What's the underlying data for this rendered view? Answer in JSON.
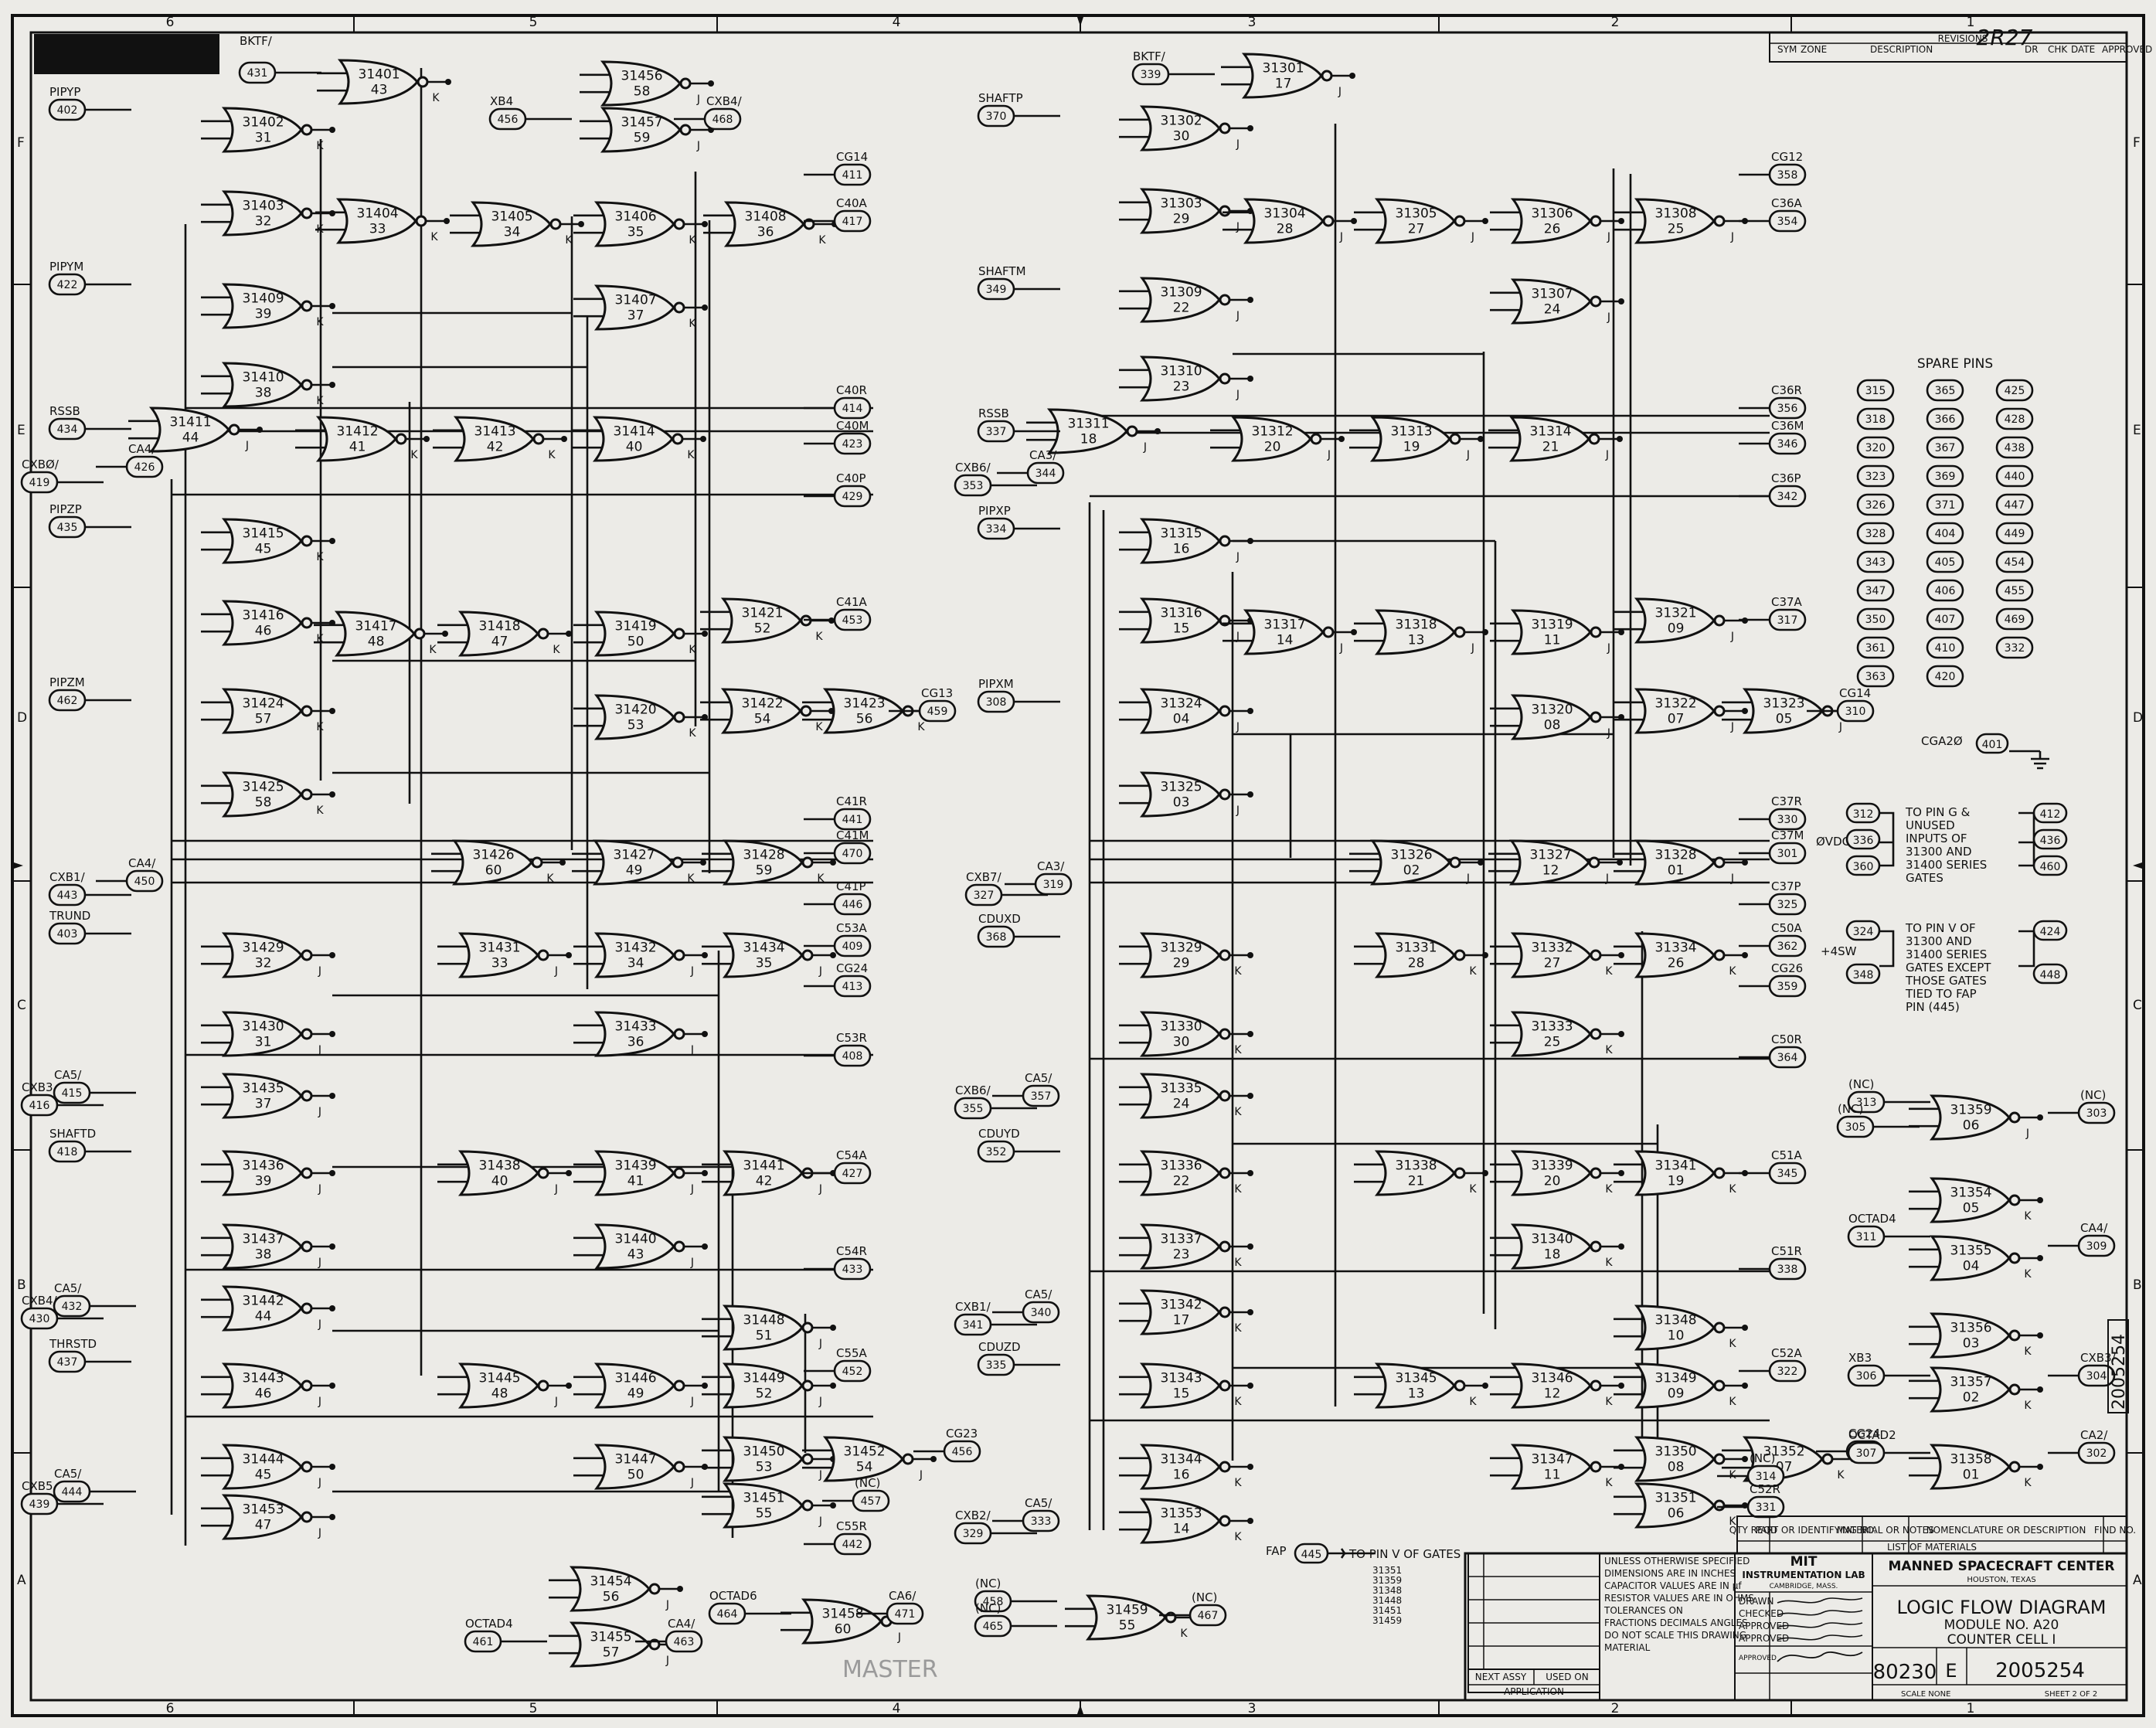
{
  "title_block": {
    "org": "MIT",
    "org_sub": "INSTRUMENTATION LAB",
    "org_city": "CAMBRIDGE, MASS.",
    "client": "MANNED SPACECRAFT CENTER",
    "client_city": "HOUSTON, TEXAS",
    "title1": "LOGIC FLOW DIAGRAM",
    "title2": "MODULE NO. A20",
    "title3": "COUNTER CELL I",
    "code_ident": "80230",
    "size": "E",
    "drawing_no": "2005254",
    "side_no": "2005254",
    "sheet": "SHEET 2 OF 2",
    "scale": "SCALE NONE",
    "qty_hdr": "QTY REQD",
    "part_hdr": "PART OR IDENTIFYING NO.",
    "mat_hdr": "MATERIAL OR NOTES",
    "nom_hdr": "NOMENCLATURE OR DESCRIPTION",
    "find_hdr": "FIND NO.",
    "list_hdr": "LIST OF MATERIALS",
    "notes": [
      "UNLESS OTHERWISE SPECIFIED",
      "DIMENSIONS ARE IN INCHES",
      "CAPACITOR VALUES ARE IN µf",
      "RESISTOR VALUES ARE IN OHMS",
      "TOLERANCES ON",
      "FRACTIONS   DECIMALS   ANGLES",
      "DO NOT SCALE THIS DRAWING",
      "MATERIAL"
    ],
    "next_assy": "NEXT ASSY",
    "used_on": "USED ON",
    "application": "APPLICATION",
    "roles": [
      "DRAWN",
      "CHECKED",
      "APPROVED",
      "APPROVED"
    ],
    "approved": "APPROVED",
    "revisions": "REVISIONS",
    "rev_cols": [
      "SYM",
      "ZONE",
      "DESCRIPTION",
      "DR",
      "CHK",
      "DATE",
      "APPROVED"
    ],
    "rev_hand": "2R27",
    "master": "MASTER"
  },
  "zones": {
    "cols": [
      "6",
      "5",
      "4",
      "3",
      "2",
      "1"
    ],
    "rows": [
      "F",
      "E",
      "D",
      "C",
      "B",
      "A"
    ]
  },
  "spare_pins": {
    "title": "SPARE PINS",
    "pins": [
      "315",
      "318",
      "320",
      "323",
      "326",
      "328",
      "343",
      "347",
      "350",
      "361",
      "363",
      "365",
      "366",
      "367",
      "369",
      "371",
      "404",
      "405",
      "406",
      "407",
      "410",
      "420",
      "425",
      "428",
      "438",
      "440",
      "447",
      "449",
      "454",
      "455",
      "469",
      "332"
    ]
  },
  "notes_block": {
    "unused": [
      "TO PIN G &",
      "UNUSED",
      "INPUTS OF",
      "31300 AND",
      "31400 SERIES",
      "GATES"
    ],
    "unused_left": [
      "312",
      "336",
      "360"
    ],
    "unused_right": [
      "412",
      "436",
      "460"
    ],
    "vdca": "ØVDCA",
    "pinv": [
      "TO PIN V OF",
      "31300 AND",
      "31400 SERIES",
      "GATES EXCEPT",
      "THOSE GATES",
      "TIED TO FAP",
      "PIN (445)"
    ],
    "pinv_left": [
      "324",
      "348"
    ],
    "pinv_right": [
      "424",
      "448"
    ],
    "p4sw": "+4SW",
    "cga20": "CGA2Ø",
    "cga20_pin": "401",
    "fap": "FAP",
    "fap_pin": "445",
    "fap_text": "TO PIN V OF GATES",
    "fap_gates": [
      "31351",
      "31359",
      "31348",
      "31448",
      "31451",
      "31459"
    ]
  },
  "gates": [
    {
      "id": "31401",
      "n": "43",
      "p": "K"
    },
    {
      "id": "31456",
      "n": "58",
      "p": "J"
    },
    {
      "id": "31457",
      "n": "59",
      "p": "J"
    },
    {
      "id": "31402",
      "n": "31",
      "p": "K"
    },
    {
      "id": "31403",
      "n": "32",
      "p": "K"
    },
    {
      "id": "31404",
      "n": "33",
      "p": "K"
    },
    {
      "id": "31405",
      "n": "34",
      "p": "K"
    },
    {
      "id": "31406",
      "n": "35",
      "p": "K"
    },
    {
      "id": "31407",
      "n": "37",
      "p": "K"
    },
    {
      "id": "31408",
      "n": "36",
      "p": "K"
    },
    {
      "id": "31409",
      "n": "39",
      "p": "K"
    },
    {
      "id": "31410",
      "n": "38",
      "p": "K"
    },
    {
      "id": "31411",
      "n": "44",
      "p": "J"
    },
    {
      "id": "31412",
      "n": "41",
      "p": "K"
    },
    {
      "id": "31413",
      "n": "42",
      "p": "K"
    },
    {
      "id": "31414",
      "n": "40",
      "p": "K"
    },
    {
      "id": "31415",
      "n": "45",
      "p": "K"
    },
    {
      "id": "31416",
      "n": "46",
      "p": "K"
    },
    {
      "id": "31417",
      "n": "48",
      "p": "K"
    },
    {
      "id": "31418",
      "n": "47",
      "p": "K"
    },
    {
      "id": "31419",
      "n": "50",
      "p": "K"
    },
    {
      "id": "31420",
      "n": "53",
      "p": "K"
    },
    {
      "id": "31421",
      "n": "52",
      "p": "K"
    },
    {
      "id": "31422",
      "n": "54",
      "p": "K"
    },
    {
      "id": "31423",
      "n": "56",
      "p": "K"
    },
    {
      "id": "31424",
      "n": "57",
      "p": "K"
    },
    {
      "id": "31425",
      "n": "58",
      "p": "K"
    },
    {
      "id": "31426",
      "n": "60",
      "p": "K"
    },
    {
      "id": "31427",
      "n": "49",
      "p": "K"
    },
    {
      "id": "31428",
      "n": "59",
      "p": "K"
    },
    {
      "id": "31429",
      "n": "32",
      "p": "J"
    },
    {
      "id": "31430",
      "n": "31",
      "p": "J"
    },
    {
      "id": "31431",
      "n": "33",
      "p": "J"
    },
    {
      "id": "31432",
      "n": "34",
      "p": "J"
    },
    {
      "id": "31433",
      "n": "36",
      "p": "J"
    },
    {
      "id": "31434",
      "n": "35",
      "p": "J"
    },
    {
      "id": "31435",
      "n": "37",
      "p": "J"
    },
    {
      "id": "31436",
      "n": "39",
      "p": "J"
    },
    {
      "id": "31437",
      "n": "38",
      "p": "J"
    },
    {
      "id": "31438",
      "n": "40",
      "p": "J"
    },
    {
      "id": "31439",
      "n": "41",
      "p": "J"
    },
    {
      "id": "31440",
      "n": "43",
      "p": "J"
    },
    {
      "id": "31441",
      "n": "42",
      "p": "J"
    },
    {
      "id": "31442",
      "n": "44",
      "p": "J"
    },
    {
      "id": "31443",
      "n": "46",
      "p": "J"
    },
    {
      "id": "31444",
      "n": "45",
      "p": "J"
    },
    {
      "id": "31445",
      "n": "48",
      "p": "J"
    },
    {
      "id": "31446",
      "n": "49",
      "p": "J"
    },
    {
      "id": "31447",
      "n": "50",
      "p": "J"
    },
    {
      "id": "31448",
      "n": "51",
      "p": "J"
    },
    {
      "id": "31449",
      "n": "52",
      "p": "J"
    },
    {
      "id": "31450",
      "n": "53",
      "p": "J"
    },
    {
      "id": "31451",
      "n": "55",
      "p": "J"
    },
    {
      "id": "31452",
      "n": "54",
      "p": "J"
    },
    {
      "id": "31453",
      "n": "47",
      "p": "J"
    },
    {
      "id": "31454",
      "n": "56",
      "p": "J"
    },
    {
      "id": "31455",
      "n": "57",
      "p": "J"
    },
    {
      "id": "31458",
      "n": "60",
      "p": "J"
    },
    {
      "id": "31301",
      "n": "17",
      "p": "J"
    },
    {
      "id": "31302",
      "n": "30",
      "p": "J"
    },
    {
      "id": "31303",
      "n": "29",
      "p": "J"
    },
    {
      "id": "31304",
      "n": "28",
      "p": "J"
    },
    {
      "id": "31305",
      "n": "27",
      "p": "J"
    },
    {
      "id": "31306",
      "n": "26",
      "p": "J"
    },
    {
      "id": "31307",
      "n": "24",
      "p": "J"
    },
    {
      "id": "31308",
      "n": "25",
      "p": "J"
    },
    {
      "id": "31309",
      "n": "22",
      "p": "J"
    },
    {
      "id": "31310",
      "n": "23",
      "p": "J"
    },
    {
      "id": "31311",
      "n": "18",
      "p": "J"
    },
    {
      "id": "31312",
      "n": "20",
      "p": "J"
    },
    {
      "id": "31313",
      "n": "19",
      "p": "J"
    },
    {
      "id": "31314",
      "n": "21",
      "p": "J"
    },
    {
      "id": "31315",
      "n": "16",
      "p": "J"
    },
    {
      "id": "31316",
      "n": "15",
      "p": "J"
    },
    {
      "id": "31317",
      "n": "14",
      "p": "J"
    },
    {
      "id": "31318",
      "n": "13",
      "p": "J"
    },
    {
      "id": "31319",
      "n": "11",
      "p": "J"
    },
    {
      "id": "31320",
      "n": "08",
      "p": "J"
    },
    {
      "id": "31321",
      "n": "09",
      "p": "J"
    },
    {
      "id": "31322",
      "n": "07",
      "p": "J"
    },
    {
      "id": "31323",
      "n": "05",
      "p": "J"
    },
    {
      "id": "31324",
      "n": "04",
      "p": "J"
    },
    {
      "id": "31325",
      "n": "03",
      "p": "J"
    },
    {
      "id": "31326",
      "n": "02",
      "p": "J"
    },
    {
      "id": "31327",
      "n": "12",
      "p": "J"
    },
    {
      "id": "31328",
      "n": "01",
      "p": "J"
    },
    {
      "id": "31329",
      "n": "29",
      "p": "K"
    },
    {
      "id": "31330",
      "n": "30",
      "p": "K"
    },
    {
      "id": "31331",
      "n": "28",
      "p": "K"
    },
    {
      "id": "31332",
      "n": "27",
      "p": "K"
    },
    {
      "id": "31333",
      "n": "25",
      "p": "K"
    },
    {
      "id": "31334",
      "n": "26",
      "p": "K"
    },
    {
      "id": "31335",
      "n": "24",
      "p": "K"
    },
    {
      "id": "31336",
      "n": "22",
      "p": "K"
    },
    {
      "id": "31337",
      "n": "23",
      "p": "K"
    },
    {
      "id": "31338",
      "n": "21",
      "p": "K"
    },
    {
      "id": "31339",
      "n": "20",
      "p": "K"
    },
    {
      "id": "31340",
      "n": "18",
      "p": "K"
    },
    {
      "id": "31341",
      "n": "19",
      "p": "K"
    },
    {
      "id": "31342",
      "n": "17",
      "p": "K"
    },
    {
      "id": "31343",
      "n": "15",
      "p": "K"
    },
    {
      "id": "31344",
      "n": "16",
      "p": "K"
    },
    {
      "id": "31345",
      "n": "13",
      "p": "K"
    },
    {
      "id": "31346",
      "n": "12",
      "p": "K"
    },
    {
      "id": "31347",
      "n": "11",
      "p": "K"
    },
    {
      "id": "31348",
      "n": "10",
      "p": "K"
    },
    {
      "id": "31349",
      "n": "09",
      "p": "K"
    },
    {
      "id": "31350",
      "n": "08",
      "p": "K"
    },
    {
      "id": "31351",
      "n": "06",
      "p": "K"
    },
    {
      "id": "31352",
      "n": "07",
      "p": "K"
    },
    {
      "id": "31353",
      "n": "14",
      "p": "K"
    },
    {
      "id": "31354",
      "n": "05",
      "p": "K"
    },
    {
      "id": "31355",
      "n": "04",
      "p": "K"
    },
    {
      "id": "31356",
      "n": "03",
      "p": "K"
    },
    {
      "id": "31357",
      "n": "02",
      "p": "K"
    },
    {
      "id": "31358",
      "n": "01",
      "p": "K"
    },
    {
      "id": "31359",
      "n": "06",
      "p": "J"
    },
    {
      "id": "31459",
      "n": "55",
      "p": "K"
    }
  ],
  "pins": [
    {
      "lbl": "",
      "sig": "431"
    },
    {
      "lbl": "BKTF/",
      "sig": ""
    },
    {
      "lbl": "PIPYP",
      "sig": "402"
    },
    {
      "lbl": "PIPYM",
      "sig": "422"
    },
    {
      "lbl": "RSSB",
      "sig": "434"
    },
    {
      "lbl": "CA4/",
      "sig": "426"
    },
    {
      "lbl": "CXBØ/",
      "sig": "419"
    },
    {
      "lbl": "PIPZP",
      "sig": "435"
    },
    {
      "lbl": "PIPZM",
      "sig": "462"
    },
    {
      "lbl": "CA4/",
      "sig": "450"
    },
    {
      "lbl": "CXB1/",
      "sig": "443"
    },
    {
      "lbl": "TRUND",
      "sig": "403"
    },
    {
      "lbl": "CA5/",
      "sig": "415"
    },
    {
      "lbl": "CXB3",
      "sig": "416"
    },
    {
      "lbl": "SHAFTD",
      "sig": "418"
    },
    {
      "lbl": "CA5/",
      "sig": "432"
    },
    {
      "lbl": "CXB4/",
      "sig": "430"
    },
    {
      "lbl": "THRSTD",
      "sig": "437"
    },
    {
      "lbl": "CA5/",
      "sig": "444"
    },
    {
      "lbl": "CXB5",
      "sig": "439"
    },
    {
      "lbl": "XB4",
      "sig": "456"
    },
    {
      "lbl": "CXB4/",
      "sig": "468"
    },
    {
      "lbl": "OCTAD4",
      "sig": "461"
    },
    {
      "lbl": "CA4/",
      "sig": "463"
    },
    {
      "lbl": "OCTAD6",
      "sig": "464"
    },
    {
      "lbl": "CA6/",
      "sig": "471"
    },
    {
      "lbl": "CG14",
      "sig": "411"
    },
    {
      "lbl": "C40A",
      "sig": "417"
    },
    {
      "lbl": "C40R",
      "sig": "414"
    },
    {
      "lbl": "C40M",
      "sig": "423"
    },
    {
      "lbl": "C40P",
      "sig": "429"
    },
    {
      "lbl": "C41A",
      "sig": "453"
    },
    {
      "lbl": "CG13",
      "sig": "459"
    },
    {
      "lbl": "C41R",
      "sig": "441"
    },
    {
      "lbl": "C41M",
      "sig": "470"
    },
    {
      "lbl": "C41P",
      "sig": "446"
    },
    {
      "lbl": "C53A",
      "sig": "409"
    },
    {
      "lbl": "CG24",
      "sig": "413"
    },
    {
      "lbl": "C53R",
      "sig": "408"
    },
    {
      "lbl": "C54A",
      "sig": "427"
    },
    {
      "lbl": "C54R",
      "sig": "433"
    },
    {
      "lbl": "C55A",
      "sig": "452"
    },
    {
      "lbl": "CG23",
      "sig": "456"
    },
    {
      "lbl": "(NC)",
      "sig": "457"
    },
    {
      "lbl": "C55R",
      "sig": "442"
    },
    {
      "lbl": "BKTF/",
      "sig": "339"
    },
    {
      "lbl": "SHAFTP",
      "sig": "370"
    },
    {
      "lbl": "SHAFTM",
      "sig": "349"
    },
    {
      "lbl": "RSSB",
      "sig": "337"
    },
    {
      "lbl": "CA3/",
      "sig": "344"
    },
    {
      "lbl": "CXB6/",
      "sig": "353"
    },
    {
      "lbl": "PIPXP",
      "sig": "334"
    },
    {
      "lbl": "PIPXM",
      "sig": "308"
    },
    {
      "lbl": "CA3/",
      "sig": "319"
    },
    {
      "lbl": "CXB7/",
      "sig": "327"
    },
    {
      "lbl": "CDUXD",
      "sig": "368"
    },
    {
      "lbl": "CA5/",
      "sig": "357"
    },
    {
      "lbl": "CXB6/",
      "sig": "355"
    },
    {
      "lbl": "CDUYD",
      "sig": "352"
    },
    {
      "lbl": "CA5/",
      "sig": "340"
    },
    {
      "lbl": "CXB1/",
      "sig": "341"
    },
    {
      "lbl": "CDUZD",
      "sig": "335"
    },
    {
      "lbl": "CA5/",
      "sig": "333"
    },
    {
      "lbl": "CXB2/",
      "sig": "329"
    },
    {
      "lbl": "(NC)",
      "sig": "458"
    },
    {
      "lbl": "(NC)",
      "sig": "465"
    },
    {
      "lbl": "(NC)",
      "sig": "467"
    },
    {
      "lbl": "CG12",
      "sig": "358"
    },
    {
      "lbl": "C36A",
      "sig": "354"
    },
    {
      "lbl": "C36R",
      "sig": "356"
    },
    {
      "lbl": "C36M",
      "sig": "346"
    },
    {
      "lbl": "C36P",
      "sig": "342"
    },
    {
      "lbl": "C37A",
      "sig": "317"
    },
    {
      "lbl": "CG14",
      "sig": "310"
    },
    {
      "lbl": "C37R",
      "sig": "330"
    },
    {
      "lbl": "C37M",
      "sig": "301"
    },
    {
      "lbl": "C37P",
      "sig": "325"
    },
    {
      "lbl": "C50A",
      "sig": "362"
    },
    {
      "lbl": "CG26",
      "sig": "359"
    },
    {
      "lbl": "C50R",
      "sig": "364"
    },
    {
      "lbl": "C51A",
      "sig": "345"
    },
    {
      "lbl": "C51R",
      "sig": "338"
    },
    {
      "lbl": "C52A",
      "sig": "322"
    },
    {
      "lbl": "CG24",
      "sig": "316"
    },
    {
      "lbl": "(NC)",
      "sig": "314"
    },
    {
      "lbl": "C52R",
      "sig": "331"
    },
    {
      "lbl": "(NC)",
      "sig": "313"
    },
    {
      "lbl": "(NC)",
      "sig": "305"
    },
    {
      "lbl": "(NC)",
      "sig": "303"
    },
    {
      "lbl": "OCTAD4",
      "sig": "311"
    },
    {
      "lbl": "CA4/",
      "sig": "309"
    },
    {
      "lbl": "XB3",
      "sig": "306"
    },
    {
      "lbl": "CXB3/",
      "sig": "304"
    },
    {
      "lbl": "OCTAD2",
      "sig": "307"
    },
    {
      "lbl": "CA2/",
      "sig": "302"
    }
  ]
}
